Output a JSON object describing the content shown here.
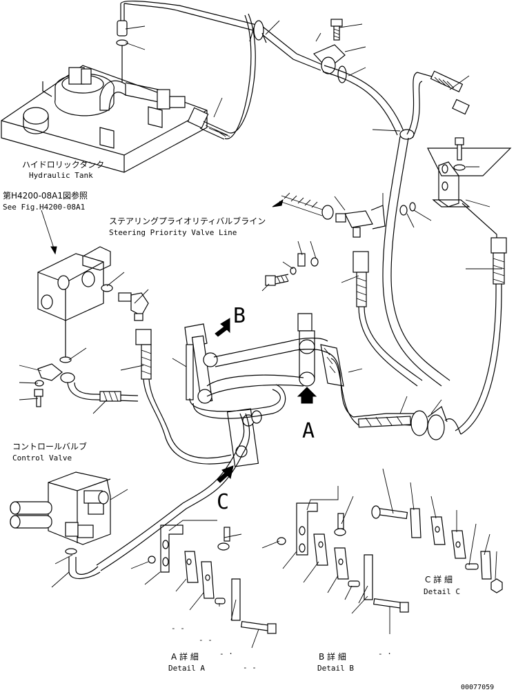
{
  "labels": {
    "hydraulic_tank_jp": "ハイドロリックタンク",
    "hydraulic_tank_en": "Hydraulic Tank",
    "see_fig_jp": "第H4200-08A1図参照",
    "see_fig_en": "See Fig.H4200-08A1",
    "steering_jp": "ステアリングプライオリティバルブライン",
    "steering_en": "Steering Priority Valve Line",
    "control_valve_jp": "コントロールバルブ",
    "control_valve_en": "Control Valve",
    "detail_a_jp": "A 詳 細",
    "detail_a_en": "Detail A",
    "detail_b_jp": "B 詳 細",
    "detail_b_en": "Detail B",
    "detail_c_jp": "C 詳 細",
    "detail_c_en": "Detail C",
    "view_a": "A",
    "view_b": "B",
    "view_c": "C",
    "dash_1": "- -",
    "dash_2": "- -",
    "dash_3": "- ·",
    "dash_4": "- -",
    "dash_5": "- ·",
    "drawing_number": "00077059"
  }
}
